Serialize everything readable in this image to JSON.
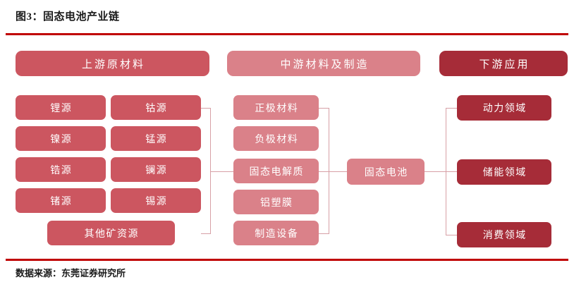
{
  "figure": {
    "title": "图3：固态电池产业链",
    "source": "数据来源：东莞证券研究所"
  },
  "colors": {
    "upstream": "#cc5660",
    "midstream": "#da8189",
    "downstream": "#a62c38",
    "rule": "#c00000",
    "connector": "#d7a0a6",
    "text": "#1a1a1a"
  },
  "chart_data": {
    "type": "diagram",
    "title": "图3：固态电池产业链",
    "columns": [
      {
        "id": "upstream",
        "header": "上游原材料",
        "color": "#cc5660",
        "nodes": [
          "锂源",
          "钴源",
          "镍源",
          "锰源",
          "锆源",
          "镧源",
          "锗源",
          "锡源",
          "其他矿资源"
        ]
      },
      {
        "id": "midstream",
        "header": "中游材料及制造",
        "color": "#da8189",
        "nodes": [
          "正极材料",
          "负极材料",
          "固态电解质",
          "铝塑膜",
          "制造设备",
          "固态电池"
        ]
      },
      {
        "id": "downstream",
        "header": "下游应用",
        "color": "#a62c38",
        "nodes": [
          "动力领域",
          "储能领域",
          "消费领域"
        ]
      }
    ],
    "flow": "上游原材料 → 中游材料及制造 → 固态电池 → 下游应用"
  },
  "headers": {
    "upstream": "上游原材料",
    "midstream": "中游材料及制造",
    "downstream": "下游应用"
  },
  "upstream": {
    "rows": [
      {
        "left": "锂源",
        "right": "钴源"
      },
      {
        "left": "镍源",
        "right": "锰源"
      },
      {
        "left": "锆源",
        "right": "镧源"
      },
      {
        "left": "锗源",
        "right": "锡源"
      }
    ],
    "wide": "其他矿资源"
  },
  "midstream": {
    "items": [
      "正极材料",
      "负极材料",
      "固态电解质",
      "铝塑膜",
      "制造设备"
    ],
    "battery": "固态电池"
  },
  "downstream": {
    "items": [
      "动力领域",
      "储能领域",
      "消费领域"
    ]
  }
}
